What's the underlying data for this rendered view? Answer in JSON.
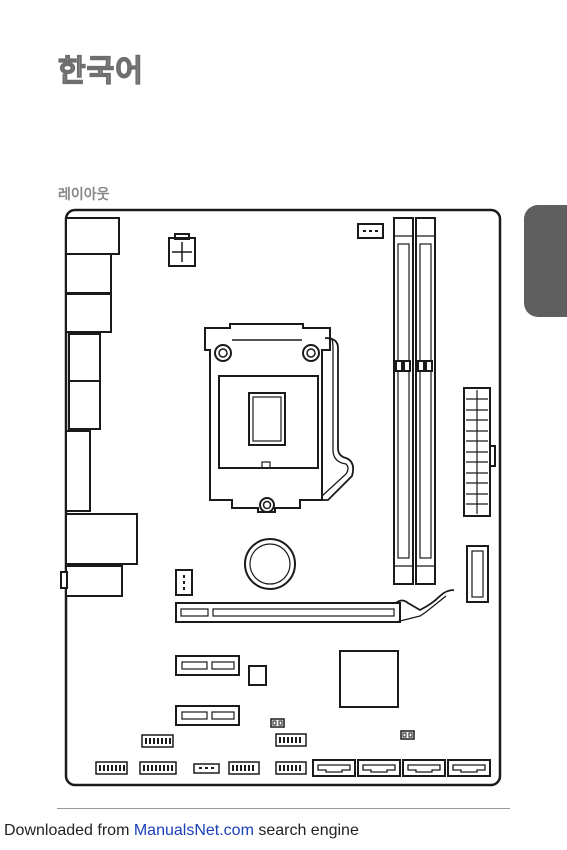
{
  "heading": {
    "language": "한국어"
  },
  "section": {
    "title": "레이아웃"
  },
  "footer": {
    "prefix": "Downloaded from ",
    "link_text": "ManualsNet.com",
    "suffix": " search engine"
  },
  "diagram": {
    "subject": "motherboard-layout",
    "stroke_color": "#1a1a1a",
    "tab_color": "#5f5f5f"
  }
}
